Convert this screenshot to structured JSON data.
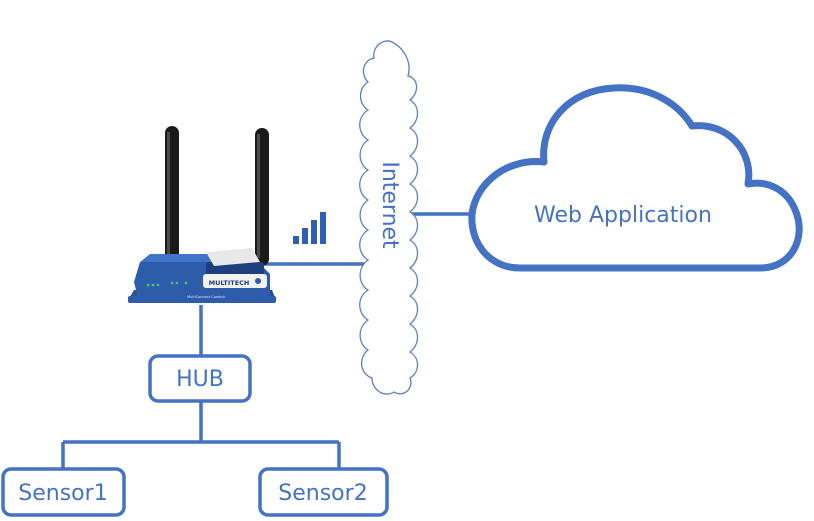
{
  "colors": {
    "line": "#4472c4",
    "cloud_stroke": "#4472c4",
    "internet_stroke": "#5b7fc5",
    "device_body": "#2d5cab",
    "device_body_dark": "#1d3f7e",
    "antenna": "#1a1a1a",
    "signal": "#2f5fb3"
  },
  "device": {
    "brand": "MULTITECH",
    "model_text": "MultiConnect Conduit"
  },
  "internet": {
    "label": "Internet"
  },
  "web_app": {
    "label": "Web Application"
  },
  "hub": {
    "label": "HUB"
  },
  "sensors": [
    {
      "label": "Sensor1"
    },
    {
      "label": "Sensor2"
    }
  ],
  "icons": {
    "signal": "signal-bars-icon",
    "device": "gateway-device-icon",
    "internet": "internet-cloud-icon",
    "web_app": "cloud-icon"
  }
}
